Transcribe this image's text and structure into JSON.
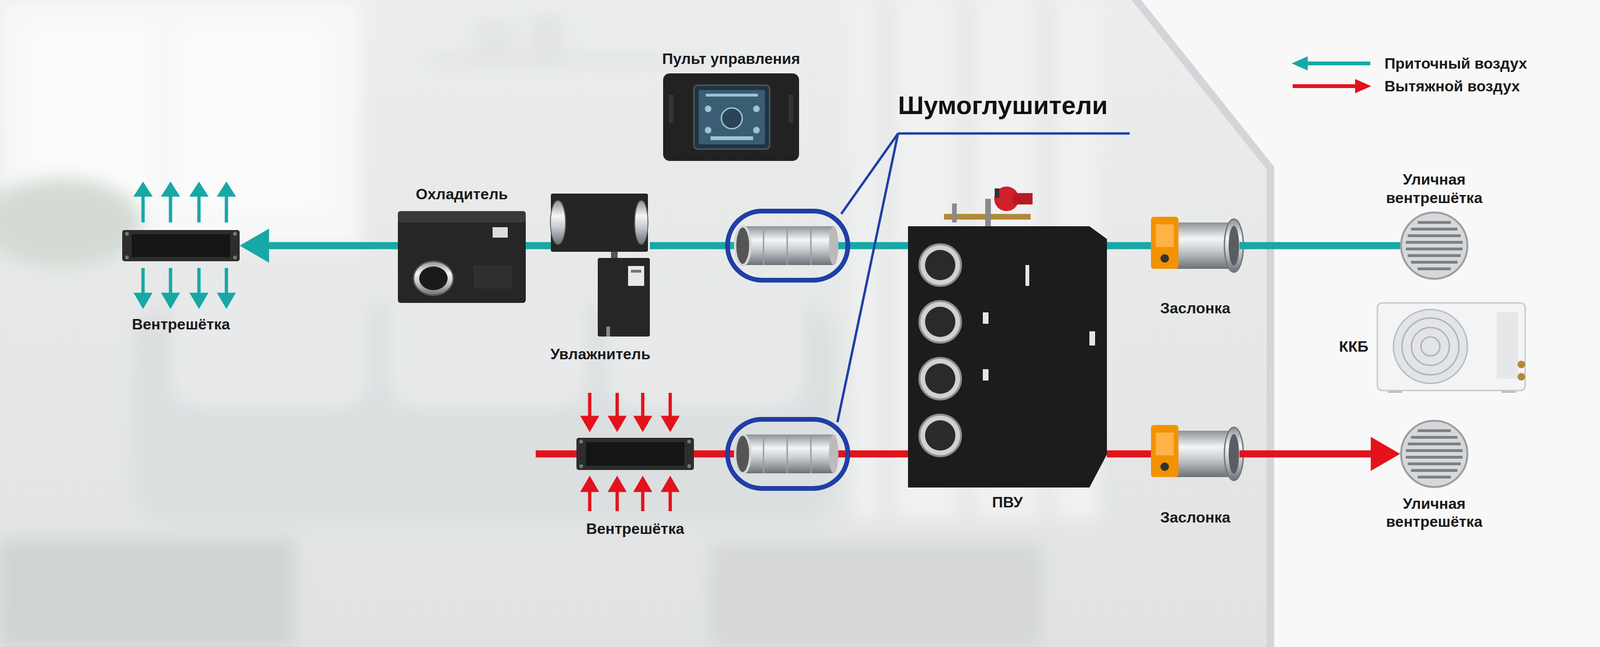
{
  "diagram": {
    "nodes": [
      {
        "text": [
          "Пульт управления"
        ]
      },
      {
        "text": [
          "Вентрешётка"
        ]
      },
      {
        "text": [
          "Охладитель"
        ]
      },
      {
        "text": [
          "Увлажнитель"
        ]
      },
      {
        "text": [
          "ПВУ"
        ]
      },
      {
        "text": [
          "Заслонка"
        ]
      },
      {
        "text": [
          "Уличная вентрешётка"
        ]
      },
      {
        "text": [
          "ККБ"
        ]
      },
      {
        "text": [
          "Вентрешётка"
        ]
      },
      {
        "text": [
          "Заслонка"
        ]
      },
      {
        "text": [
          "Уличная вентрешётка"
        ]
      }
    ],
    "edges": [
      {
        "from": 6,
        "to": 5,
        "arrow": "none"
      },
      {
        "from": 5,
        "to": 4,
        "arrow": "none"
      },
      {
        "from": 4,
        "to": 3,
        "arrow": "none"
      },
      {
        "from": 3,
        "to": 2,
        "arrow": "none"
      },
      {
        "from": 2,
        "to": 1,
        "arrow": "to"
      },
      {
        "from": 8,
        "to": 4,
        "arrow": "none"
      },
      {
        "from": 4,
        "to": 9,
        "arrow": "none"
      },
      {
        "from": 9,
        "to": 10,
        "arrow": "to"
      }
    ],
    "labels": [
      "Шумоглушители"
    ],
    "legend": [
      {
        "text": "Приточный воздух",
        "color": "#17a8a6"
      },
      {
        "text": "Вытяжной воздух",
        "color": "#e3121b"
      }
    ]
  }
}
